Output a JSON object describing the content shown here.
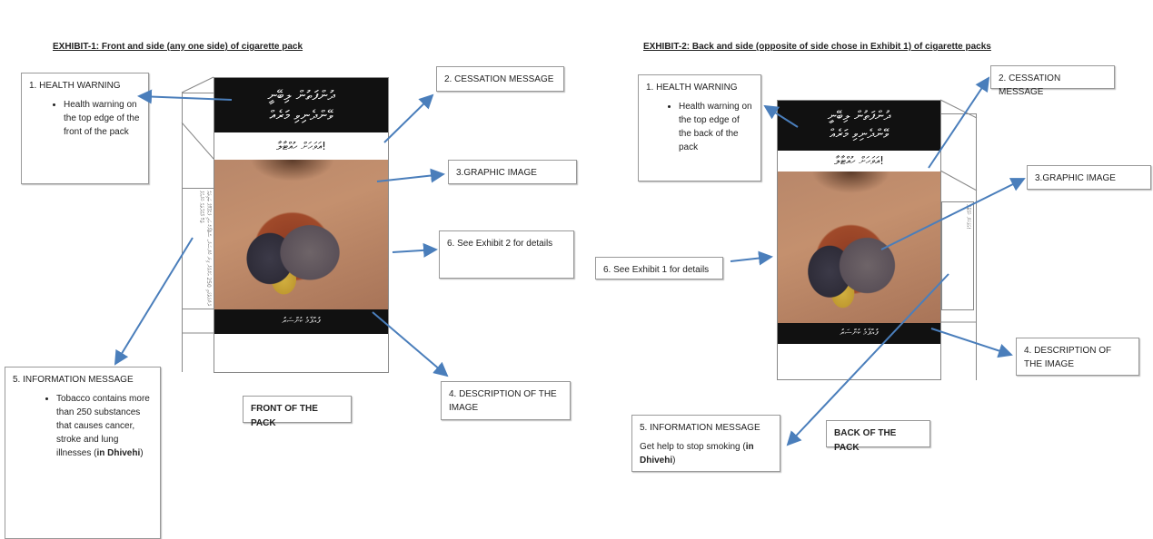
{
  "exhibit1": {
    "title": "EXHIBIT-1: Front and side (any one side) of cigarette pack",
    "health_warning": {
      "heading": "1. HEALTH WARNING",
      "bullet": "Health warning on the top edge of the front of the pack"
    },
    "cessation": "2. CESSATION MESSAGE",
    "graphic": "3.GRAPHIC IMAGE",
    "see_other": "6. See Exhibit 2 for details",
    "description": "4. DESCRIPTION OF THE IMAGE",
    "information": {
      "heading": "5. INFORMATION MESSAGE",
      "bullet_prefix": "Tobacco contains more than 250 substances that causes cancer, stroke and lung illnesses (",
      "bullet_bold": "in Dhivehi",
      "bullet_suffix": ")"
    },
    "pack_label": "FRONT OF THE PACK"
  },
  "exhibit2": {
    "title": "EXHIBIT-2: Back and side (opposite of side chose in Exhibit 1) of cigarette packs",
    "health_warning": {
      "heading": "1. HEALTH WARNING",
      "bullet": "Health warning on the top edge of the back of the pack"
    },
    "cessation": "2. CESSATION MESSAGE",
    "graphic": "3.GRAPHIC IMAGE",
    "see_other": "6. See Exhibit 1 for details",
    "description": "4. DESCRIPTION OF THE IMAGE",
    "information": {
      "heading": "5. INFORMATION MESSAGE",
      "text_prefix": "Get help to stop smoking (",
      "text_bold": "in Dhivehi",
      "text_suffix": ")"
    },
    "pack_label": "BACK OF THE PACK"
  },
  "pack_text": {
    "warning_line1": "ދުންފަތުން ލިބޭނީ",
    "warning_line2": "ވޭންދެނިވި މަރެއް",
    "cessation": "އަވަހަށް ހުއްޓާލާ!",
    "description": "ފުއްޕާމެ ކެންސަރު",
    "side_info": "ދުންފަތުގައި 250 އަށްވުރެ ގިނަ ކެންސަރު، ސްޓްރޯކް އަދި ފުއްޕާމޭގެ ބަލިތައް ޖެހޭ މާއްދާތައް ހުރެއެވެ"
  },
  "colors": {
    "arrow": "#4a7ebb",
    "pack_black": "#111111"
  }
}
